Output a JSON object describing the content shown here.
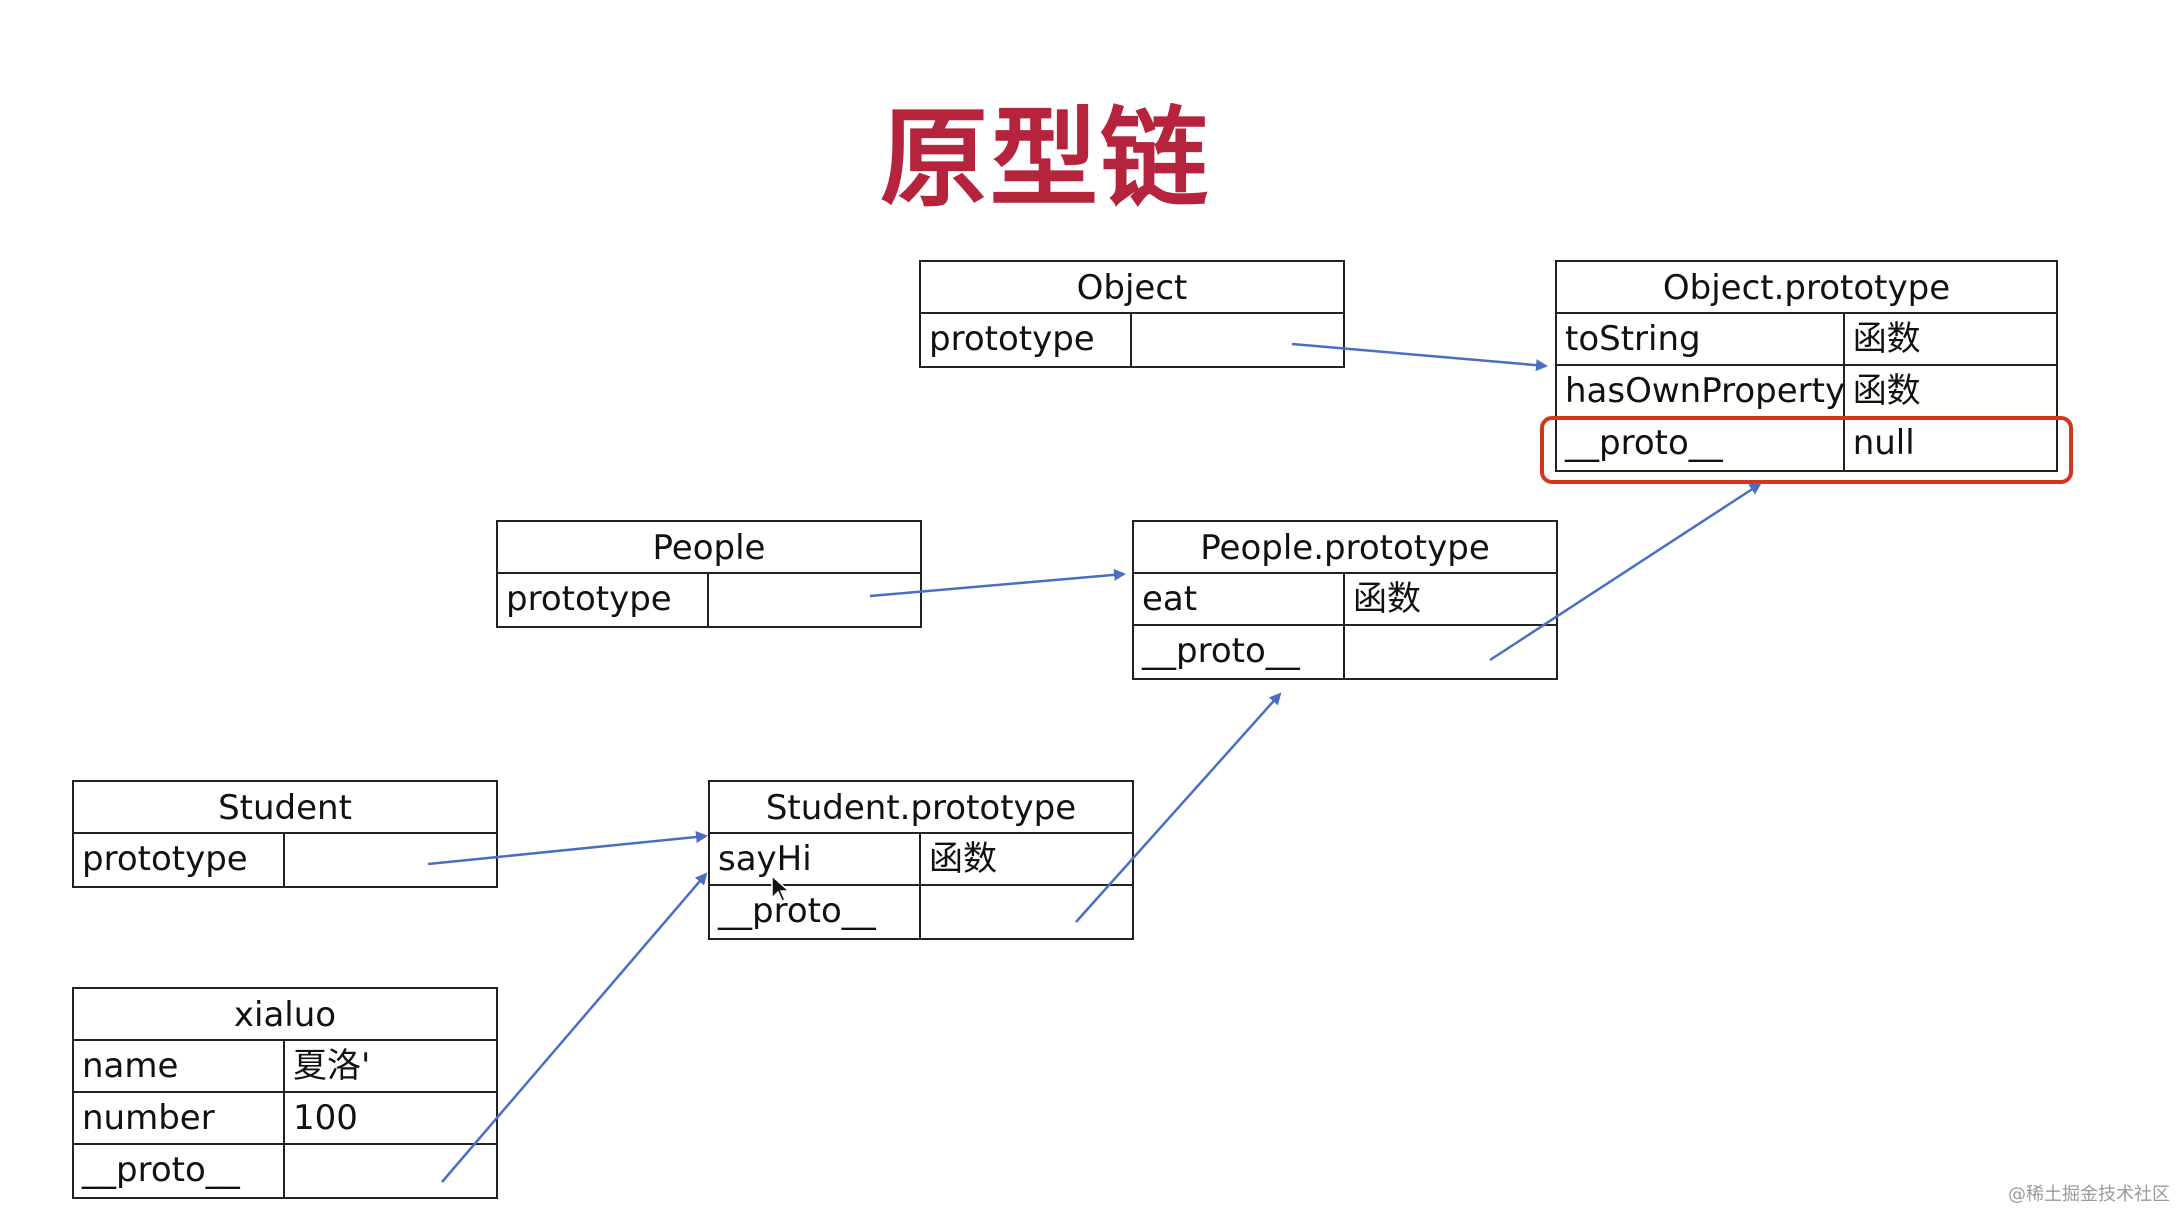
{
  "title": "原型链",
  "boxes": {
    "object": {
      "header": "Object",
      "rows": [
        {
          "key": "prototype",
          "value": ""
        }
      ]
    },
    "object_prototype": {
      "header": "Object.prototype",
      "rows": [
        {
          "key": "toString",
          "value": "函数"
        },
        {
          "key": "hasOwnProperty",
          "value": "函数"
        },
        {
          "key": "__proto__",
          "value": "null"
        }
      ]
    },
    "people": {
      "header": "People",
      "rows": [
        {
          "key": "prototype",
          "value": ""
        }
      ]
    },
    "people_prototype": {
      "header": "People.prototype",
      "rows": [
        {
          "key": "eat",
          "value": "函数"
        },
        {
          "key": "__proto__",
          "value": ""
        }
      ]
    },
    "student": {
      "header": "Student",
      "rows": [
        {
          "key": "prototype",
          "value": ""
        }
      ]
    },
    "student_prototype": {
      "header": "Student.prototype",
      "rows": [
        {
          "key": "sayHi",
          "value": "函数"
        },
        {
          "key": "__proto__",
          "value": ""
        }
      ]
    },
    "xialuo": {
      "header": "xialuo",
      "rows": [
        {
          "key": "name",
          "value": "夏洛'"
        },
        {
          "key": "number",
          "value": "100"
        },
        {
          "key": "__proto__",
          "value": ""
        }
      ]
    }
  },
  "colors": {
    "title": "#b5243c",
    "arrow": "#4a6fc2",
    "highlight": "#d2361d"
  },
  "watermark": "@稀土掘金技术社区"
}
